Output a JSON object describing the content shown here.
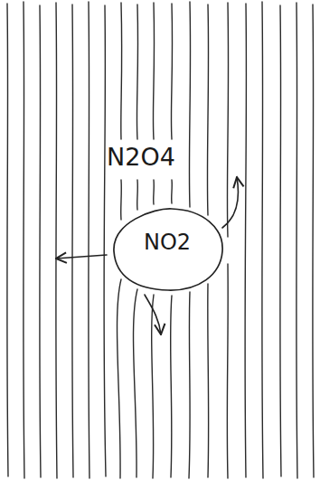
{
  "diagram": {
    "nodes": [
      {
        "text": [
          "N2O4"
        ]
      },
      {
        "text": [
          "NO2"
        ],
        "in": 0
      }
    ]
  }
}
